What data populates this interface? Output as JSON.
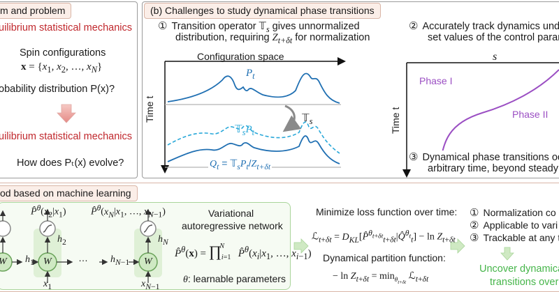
{
  "panel_a": {
    "tag": "m and problem",
    "line1": "uilibrium statistical mechanics",
    "spin_title": "Spin configurations",
    "spin_formula": "x = {x₁, x₂, …, x_N}",
    "prob": "obability distribution P(x)?",
    "line2": "uilibrium statistical mechanics",
    "evolve": "How does Pₜ(x) evolve?"
  },
  "panel_b": {
    "tag": "(b) Challenges to study dynamical phase transitions",
    "c1_num": "①",
    "c1_line1": "Transition operator 𝕋ₛ gives unnormalized",
    "c1_line2": "distribution, requiring Z_{t+δt} for normalization",
    "config_space": "Configuration space",
    "time_label": "Time t",
    "pt_label": "Pₜ",
    "ts_label": "𝕋ₛ",
    "tspt_label": "𝕋ₛPₜ",
    "qt_label": "Qₜ = 𝕋ₛPₜ/Z_{t+δt}",
    "c2_num": "②",
    "c2_line1": "Accurately track dynamics under",
    "c2_line2": "set values of the control parame",
    "s_label": "s",
    "phase1": "Phase I",
    "phase2": "Phase II",
    "c3_num": "③",
    "c3_line1": "Dynamical phase transitions occ",
    "c3_line2": "arbitrary time, beyond steady sta"
  },
  "panel_c": {
    "tag": "od based on machine learning",
    "p1": "P̂θ(x₂|x₁)",
    "p2": "P̂θ(x_N|x₁, …, x_{N−1})",
    "h1": "h₁",
    "h2": "h₂",
    "hN1": "h_{N−1}",
    "hN": "h_N",
    "dots": "…",
    "x1": "x₁",
    "xN1": "x_{N−1}",
    "w": "W",
    "van1": "Variational",
    "van2": "autoregressive network",
    "prod_formula": "P̂θ(x) = ∏ P̂θ(xᵢ|x₁, …, x_{i−1})",
    "theta": "θ: learnable parameters",
    "minimize": "Minimize loss function over time:",
    "loss": "ℒ_{t+δt} = D_KL[P̂^{θ_{t+δt}}_{t+δt} | Q̂^{θ_t}_t] − ln Z_{t+δt}",
    "dyn_part": "Dynamical partition function:",
    "lnz": "− ln Z_{t+δt} = min ℒ_{t+δt}",
    "r1_num": "①",
    "r1": "Normalization co",
    "r2_num": "②",
    "r2": "Applicable to vari",
    "r3_num": "③",
    "r3": "Trackable at any t",
    "uncover1": "Uncover dynamical",
    "uncover2": "transitions over t"
  },
  "colors": {
    "red": "#c0282d",
    "blue": "#1f6fb2",
    "cyan": "#29a8d9",
    "purple": "#9b4fc3",
    "green": "#46b54a",
    "node_green": "#cfe9c3",
    "tag_bg": "#fbeee8",
    "panel_border": "#9a9a9a"
  }
}
